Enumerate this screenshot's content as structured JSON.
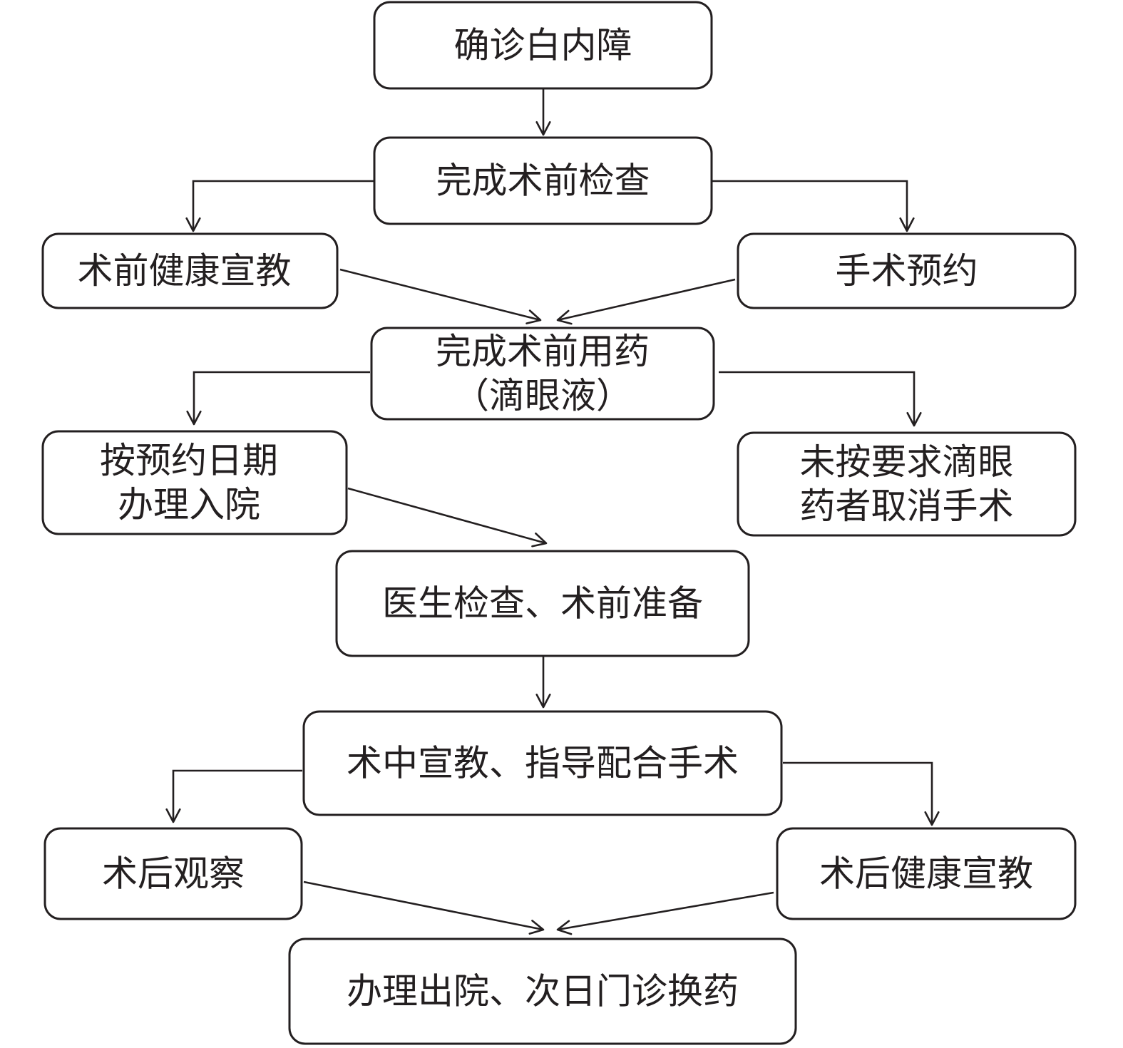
{
  "diagram": {
    "nodes": [
      {
        "id": "n1",
        "lines": [
          "确诊白内障"
        ]
      },
      {
        "id": "n2",
        "lines": [
          "完成术前检查"
        ]
      },
      {
        "id": "n3",
        "lines": [
          "术前健康宣教"
        ]
      },
      {
        "id": "n4",
        "lines": [
          "手术预约"
        ]
      },
      {
        "id": "n5",
        "lines": [
          "完成术前用药",
          "（滴眼液）"
        ]
      },
      {
        "id": "n6",
        "lines": [
          "按预约日期",
          "办理入院"
        ]
      },
      {
        "id": "n7",
        "lines": [
          "未按要求滴眼",
          "药者取消手术"
        ]
      },
      {
        "id": "n8",
        "lines": [
          "医生检查、术前准备"
        ]
      },
      {
        "id": "n9",
        "lines": [
          "术中宣教、指导配合手术"
        ]
      },
      {
        "id": "n10",
        "lines": [
          "术后观察"
        ]
      },
      {
        "id": "n11",
        "lines": [
          "术后健康宣教"
        ]
      },
      {
        "id": "n12",
        "lines": [
          "办理出院、次日门诊换药"
        ]
      }
    ],
    "edges": [
      {
        "from": "n1",
        "to": "n2"
      },
      {
        "from": "n2",
        "to": "n3"
      },
      {
        "from": "n2",
        "to": "n4"
      },
      {
        "from": "n3",
        "to": "n5"
      },
      {
        "from": "n4",
        "to": "n5"
      },
      {
        "from": "n5",
        "to": "n6"
      },
      {
        "from": "n5",
        "to": "n7"
      },
      {
        "from": "n6",
        "to": "n8"
      },
      {
        "from": "n8",
        "to": "n9"
      },
      {
        "from": "n9",
        "to": "n10"
      },
      {
        "from": "n9",
        "to": "n11"
      },
      {
        "from": "n10",
        "to": "n12"
      },
      {
        "from": "n11",
        "to": "n12"
      }
    ],
    "colors": {
      "stroke": "#231f20",
      "fill": "#ffffff",
      "text": "#231f20"
    }
  }
}
